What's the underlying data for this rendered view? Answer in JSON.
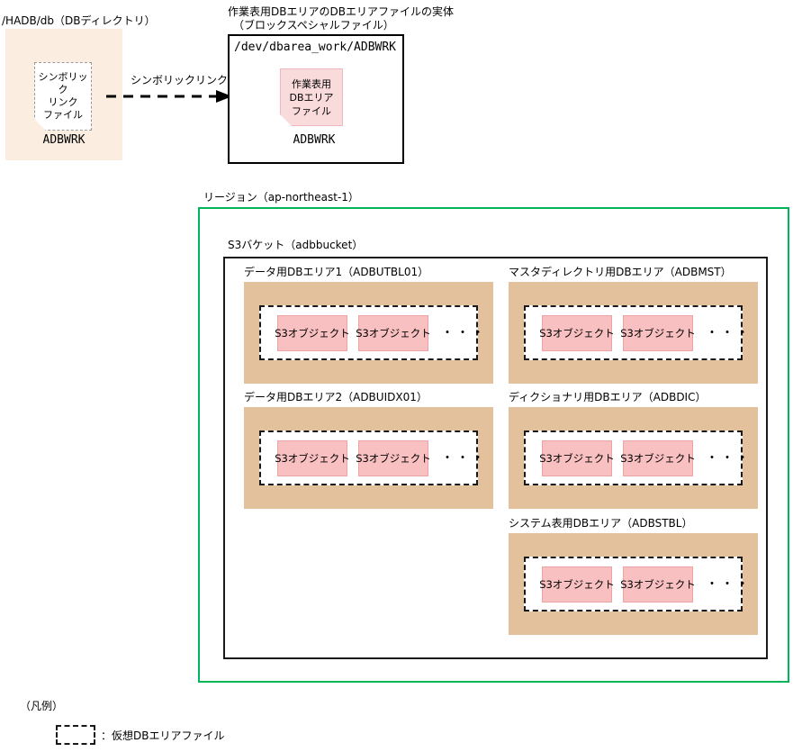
{
  "colors": {
    "db_directory_fill": "#fbeee1",
    "dbarea_fill": "#e3c19c",
    "s3_object_fill": "#f8c0c0",
    "region_border": "#00b558",
    "bucket_border": "#1a1a1a",
    "work_file_fill": "#fadbdb"
  },
  "db_directory": {
    "caption": "/HADB/db（DBディレクトリ）",
    "file_lines": [
      "シンボリック",
      "リンク",
      "ファイル"
    ],
    "file_name": "ADBWRK"
  },
  "link": {
    "label": "シンボリックリンク"
  },
  "block_special": {
    "caption_line1": "作業表用DBエリアのDBエリアファイルの実体",
    "caption_line2": "（ブロックスペシャルファイル）",
    "device_path": "/dev/dbarea_work/ADBWRK",
    "file_lines": [
      "作業表用",
      "DBエリア",
      "ファイル"
    ],
    "file_name": "ADBWRK"
  },
  "region": {
    "caption": "リージョン（ap-northeast-1）"
  },
  "bucket": {
    "caption": "S3バケット（adbbucket）"
  },
  "db_areas": [
    {
      "caption": "データ用DBエリア1（ADBUTBL01）",
      "objects": [
        "S3オブジェクト",
        "S3オブジェクト"
      ],
      "ellipsis": "・・・"
    },
    {
      "caption": "マスタディレクトリ用DBエリア（ADBMST）",
      "objects": [
        "S3オブジェクト",
        "S3オブジェクト"
      ],
      "ellipsis": "・・・"
    },
    {
      "caption": "データ用DBエリア2（ADBUIDX01）",
      "objects": [
        "S3オブジェクト",
        "S3オブジェクト"
      ],
      "ellipsis": "・・・"
    },
    {
      "caption": "ディクショナリ用DBエリア（ADBDIC）",
      "objects": [
        "S3オブジェクト",
        "S3オブジェクト"
      ],
      "ellipsis": "・・・"
    },
    {
      "caption": "システム表用DBエリア（ADBSTBL）",
      "objects": [
        "S3オブジェクト",
        "S3オブジェクト"
      ],
      "ellipsis": "・・・"
    }
  ],
  "legend": {
    "title": "（凡例）",
    "entry": "：仮想DBエリアファイル"
  }
}
